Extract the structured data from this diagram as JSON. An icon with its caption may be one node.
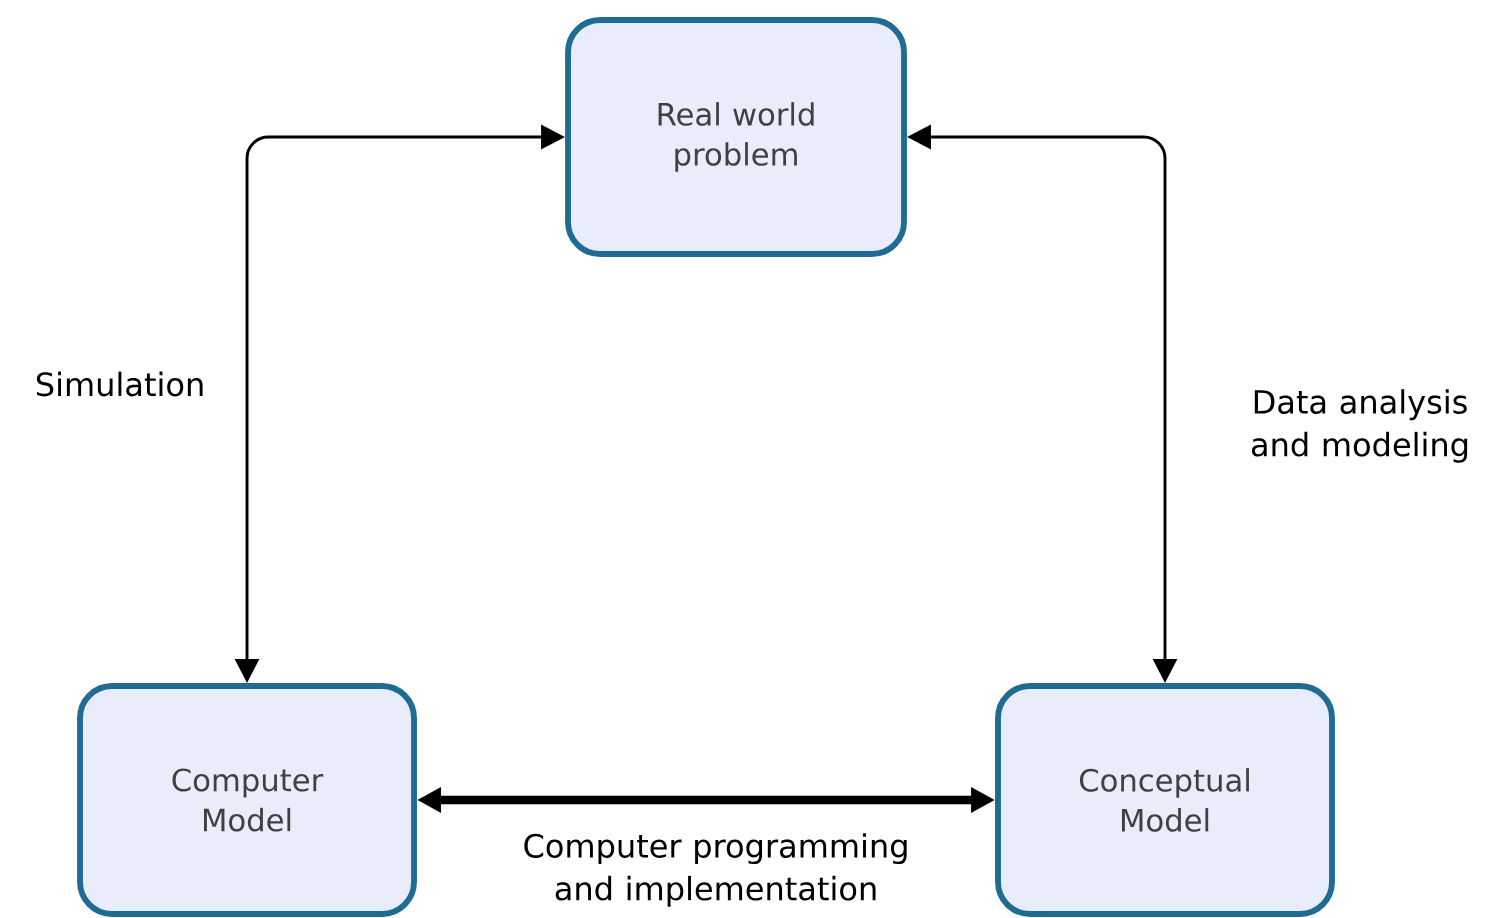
{
  "diagram": {
    "nodes": [
      {
        "text": [
          "Real world problem"
        ]
      },
      {
        "text": [
          "Computer Model"
        ]
      },
      {
        "text": [
          "Conceptual Model"
        ]
      }
    ],
    "edges": [
      {
        "from": 0,
        "to": 1,
        "arrow": "both",
        "label": "Simulation"
      },
      {
        "from": 0,
        "to": 2,
        "arrow": "both",
        "label": "Data analysis and modeling"
      },
      {
        "from": 1,
        "to": 2,
        "arrow": "both",
        "label": "Computer programming and implementation",
        "style": "thick"
      }
    ]
  }
}
